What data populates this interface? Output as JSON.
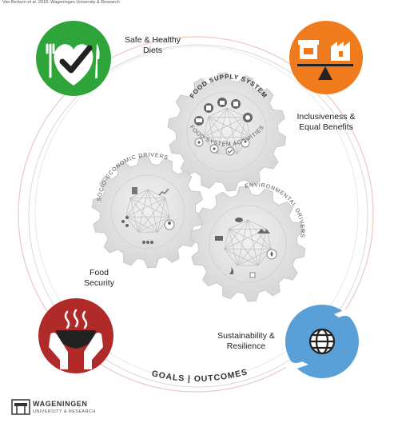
{
  "credit": "Van Berkum et al. 2018; Wageningen University & Research",
  "outcomes": {
    "diets": [
      "Safe & Healthy",
      "Diets"
    ],
    "inclusiveness": [
      "Inclusiveness &",
      "Equal Benefits"
    ],
    "food_security": [
      "Food",
      "Security"
    ],
    "sustainability": [
      "Sustainability &",
      "Resilience"
    ]
  },
  "gears": {
    "food_supply_system": "FOOD SUPPLY SYSTEM",
    "food_system_activities": "FOOD SYSTEM ACTIVITIES",
    "socio_economic_drivers": "SOCIO-ECONOMIC DRIVERS",
    "environmental_drivers": "ENVIRONMENTAL DRIVERS"
  },
  "goals_outcomes": "GOALS | OUTCOMES",
  "logo": {
    "name": "WAGENINGEN",
    "sub": "UNIVERSITY & RESEARCH"
  },
  "colors": {
    "green": "#2ea43a",
    "orange": "#f07b1c",
    "red": "#b02a2a",
    "blue": "#5aa0d8",
    "gear": "#e6e6e6",
    "gear_edge": "#c9c9c9",
    "icon_dark": "#666666"
  }
}
